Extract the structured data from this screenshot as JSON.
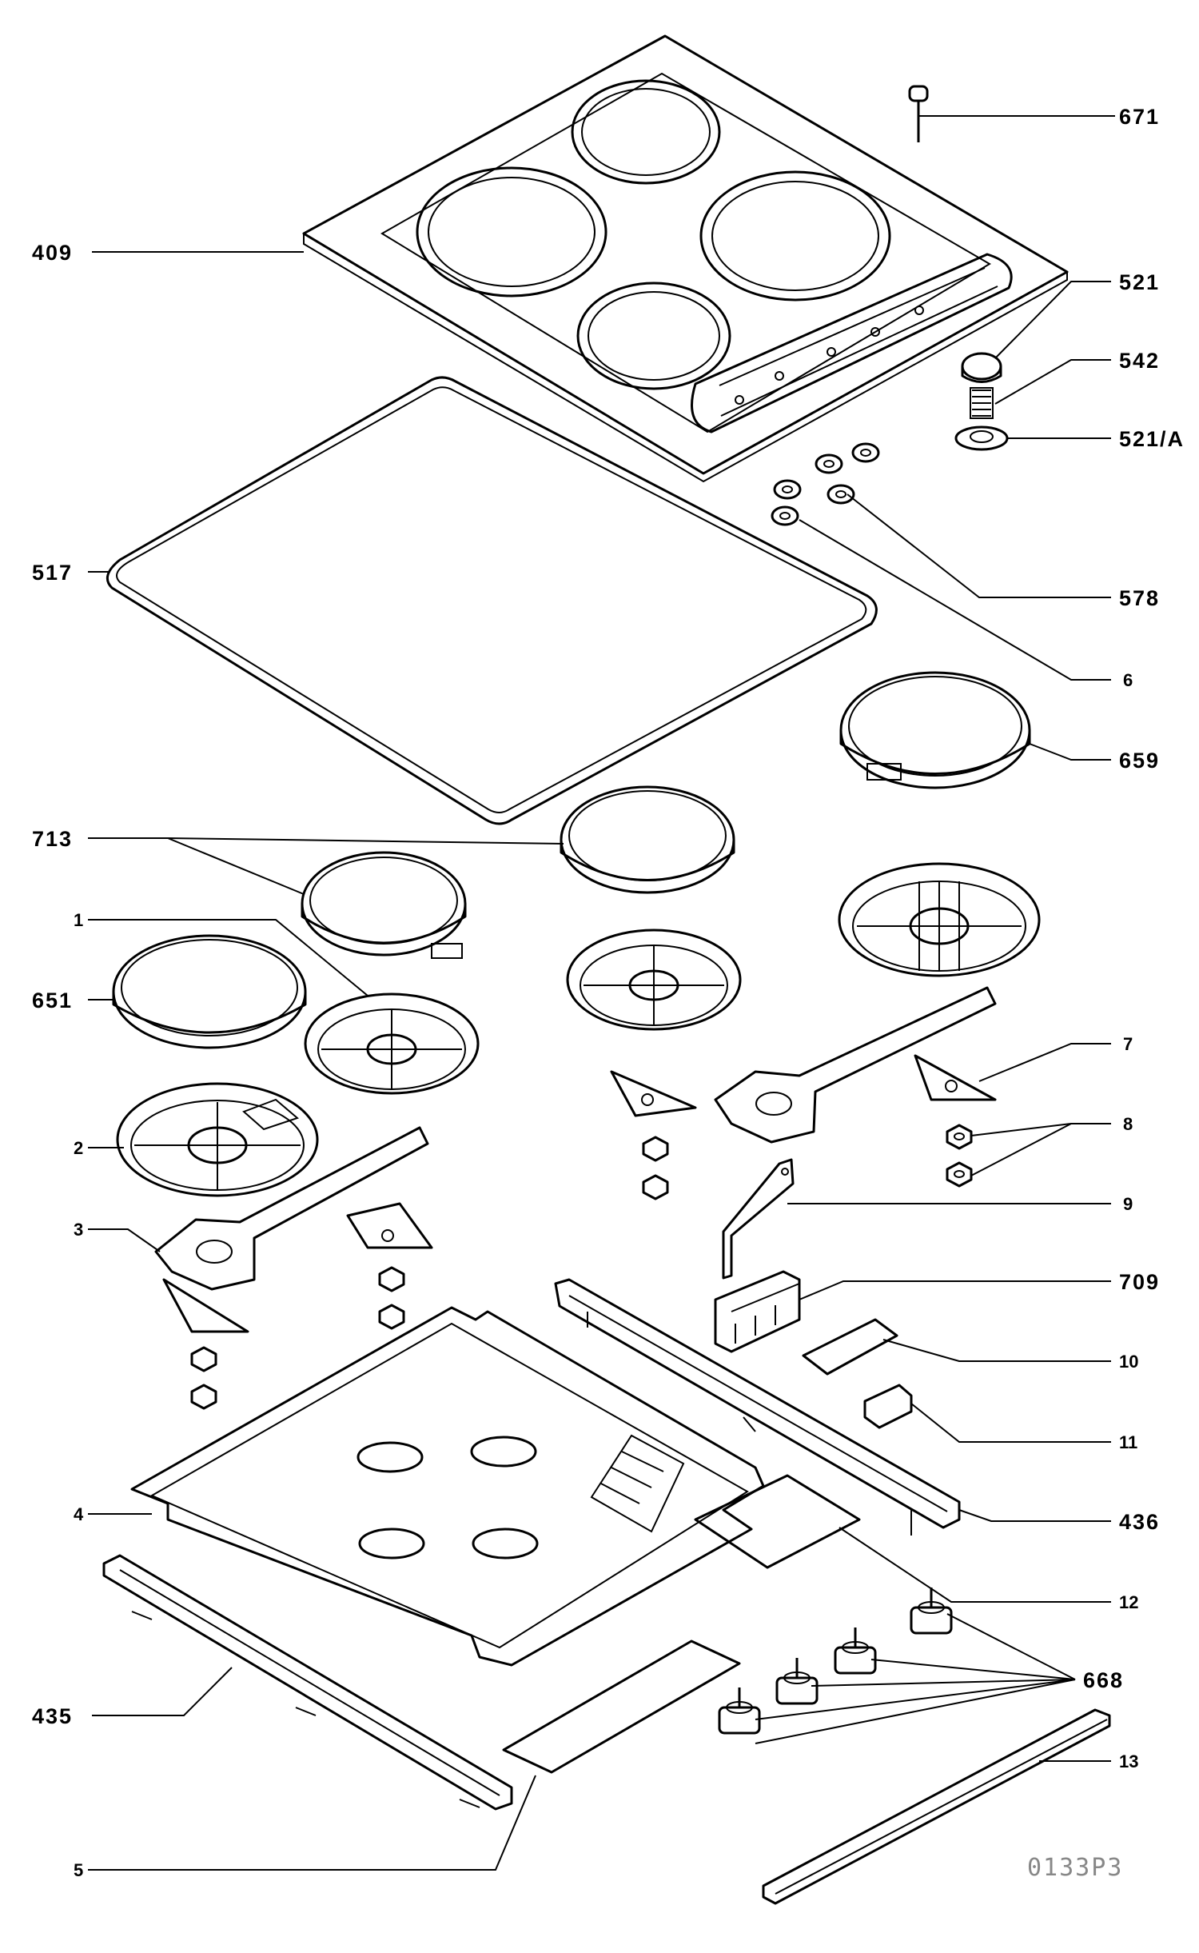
{
  "labels": {
    "l671": "671",
    "l409": "409",
    "l521": "521",
    "l542": "542",
    "l521a": "521/A",
    "l517": "517",
    "l578": "578",
    "l6": "6",
    "l659": "659",
    "l713": "713",
    "l1": "1",
    "l651": "651",
    "l7": "7",
    "l2": "2",
    "l8": "8",
    "l3": "3",
    "l9": "9",
    "l709": "709",
    "l10": "10",
    "l11": "11",
    "l4": "4",
    "l436": "436",
    "l12": "12",
    "l668": "668",
    "l435": "435",
    "l13": "13",
    "l5": "5"
  },
  "drawing_ref": "0133P3"
}
